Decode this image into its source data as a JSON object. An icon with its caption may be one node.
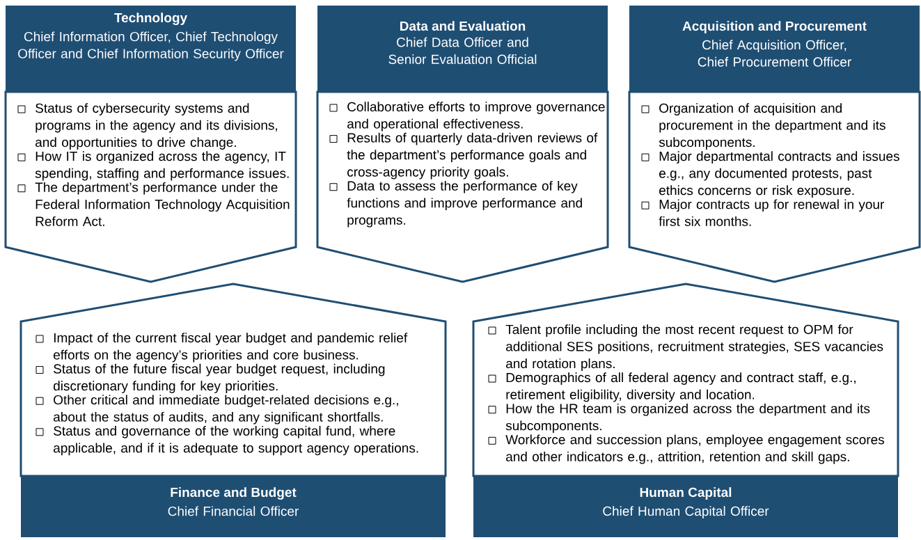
{
  "diagram": {
    "nodes": [
      {
        "text": [
          "Technology",
          "Chief Information Officer, Chief Technology Officer and Chief Information Security Officer",
          "Status of cybersecurity systems and programs in the agency and its divisions, and opportunities to drive change.",
          "How IT is organized across the agency, IT spending, staffing and performance issues.",
          "The department’s performance under the Federal Information Technology Acquisition Reform Act."
        ]
      },
      {
        "text": [
          "Data and Evaluation",
          "Chief Data Officer and Senior Evaluation Official",
          "Collaborative efforts to improve governance and operational effectiveness.",
          "Results of quarterly data-driven reviews of the department’s performance goals and cross-agency priority goals.",
          "Data to assess the performance of key functions and improve performance and programs."
        ]
      },
      {
        "text": [
          "Acquisition and Procurement",
          "Chief Acquisition Officer, Chief Procurement Officer",
          "Organization of acquisition and procurement in the department and its subcomponents.",
          "Major departmental contracts and issues e.g., any documented protests, past ethics concerns or risk exposure.",
          "Major contracts up for renewal in your first six months."
        ]
      },
      {
        "text": [
          "Impact of the current fiscal year budget and pandemic relief efforts on the agency’s priorities and core business.",
          "Status of the future fiscal year budget request, including discretionary funding for key priorities.",
          "Other critical and immediate budget-related decisions e.g., about the status of audits, and any significant shortfalls.",
          "Status and governance of the working capital fund, where applicable, and if it is adequate to support agency operations.",
          "Finance and Budget",
          "Chief Financial Officer"
        ]
      },
      {
        "text": [
          "Talent profile including the most recent request to OPM for additional SES positions, recruitment strategies, SES vacancies and rotation plans.",
          "Demographics of all federal agency and contract staff, e.g., retirement eligibility, diversity and location.",
          "How the HR team is organized across the department and its subcomponents.",
          "Workforce and succession plans, employee engagement scores and other indicators e.g., attrition, retention and skill gaps.",
          "Human Capital",
          "Chief Human Capital Officer"
        ]
      }
    ]
  }
}
